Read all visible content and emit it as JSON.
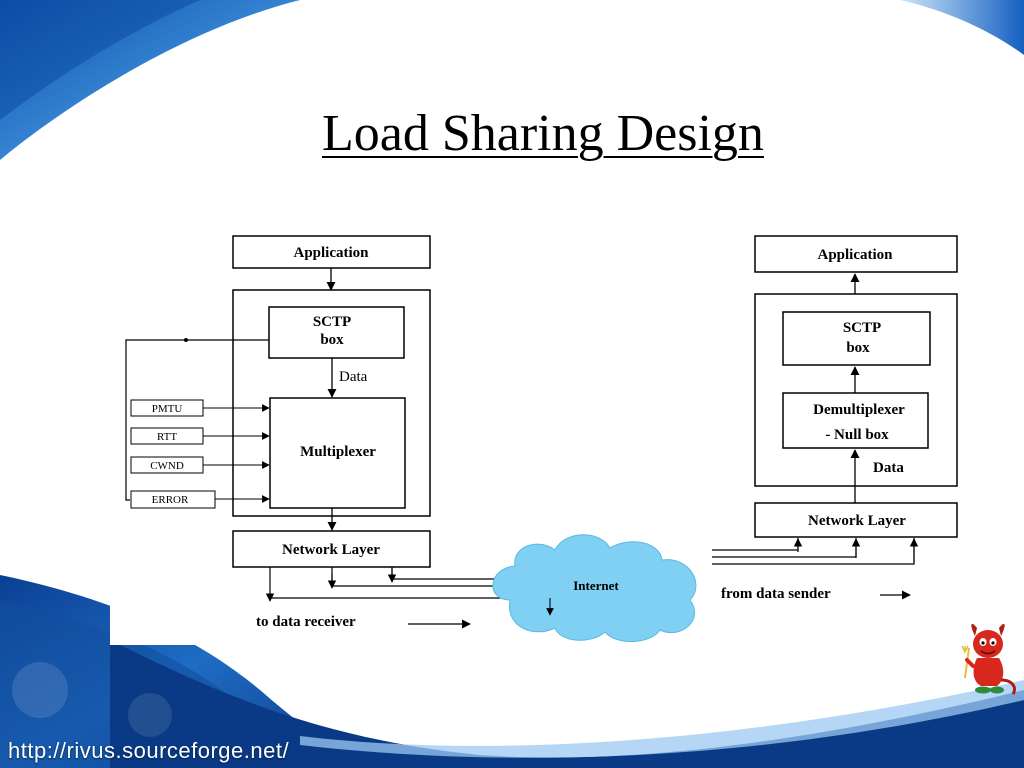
{
  "slide": {
    "title": "Load Sharing Design",
    "footer_url": "http://rivus.sourceforge.net/"
  },
  "sender": {
    "application": "Application",
    "sctp_line1": "SCTP",
    "sctp_line2": "box",
    "data_label": "Data",
    "multiplexer": "Multiplexer",
    "inputs": [
      "PMTU",
      "RTT",
      "CWND",
      "ERROR"
    ],
    "network_layer": "Network Layer",
    "to_receiver": "to data receiver"
  },
  "internet": {
    "label": "Internet"
  },
  "receiver": {
    "application": "Application",
    "sctp_line1": "SCTP",
    "sctp_line2": "box",
    "demux_line1": "Demultiplexer",
    "demux_line2": "- Null box",
    "data_label": "Data",
    "network_layer": "Network Layer",
    "from_sender": "from data sender"
  },
  "colors": {
    "brand_blue": "#0b5bb5",
    "cloud": "#7fd0f2",
    "mascot_red": "#d8281e"
  },
  "icons": {
    "mascot": "bsd-daemon-mascot-icon"
  }
}
